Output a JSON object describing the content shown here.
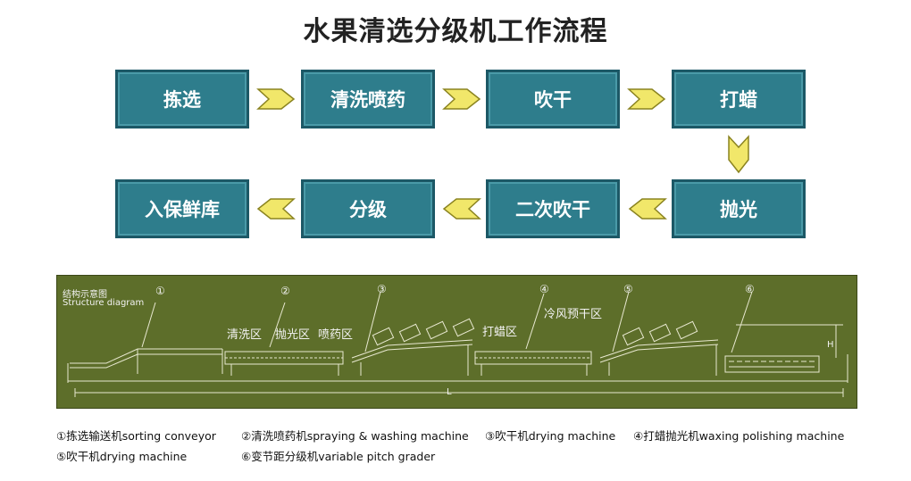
{
  "title": "水果清选分级机工作流程",
  "steps": {
    "s1": "拣选",
    "s2": "清洗喷药",
    "s3": "吹干",
    "s4": "打蜡",
    "s5": "抛光",
    "s6": "二次吹干",
    "s7": "分级",
    "s8": "入保鲜库"
  },
  "diagram": {
    "title_cn": "结构示意图",
    "title_en": "Structure diagram",
    "numbers": [
      "①",
      "②",
      "③",
      "④",
      "⑤",
      "⑥"
    ],
    "zone_labels": {
      "wash": "清洗区",
      "polish": "抛光区",
      "spray": "喷药区",
      "wax": "打蜡区",
      "predry": "冷风预干区"
    },
    "dim_L": "L",
    "dim_H": "H"
  },
  "legend": [
    "①拣选输送机sorting conveyor",
    "②清洗喷药机spraying & washing machine",
    "③吹干机drying machine",
    "④打蜡抛光机waxing polishing machine",
    "⑤吹干机drying machine",
    "⑥变节距分级机variable pitch grader"
  ],
  "colors": {
    "box": "#2e7d8c",
    "arrow": "#f1e76a",
    "machine_bg": "#5d6e2a"
  }
}
